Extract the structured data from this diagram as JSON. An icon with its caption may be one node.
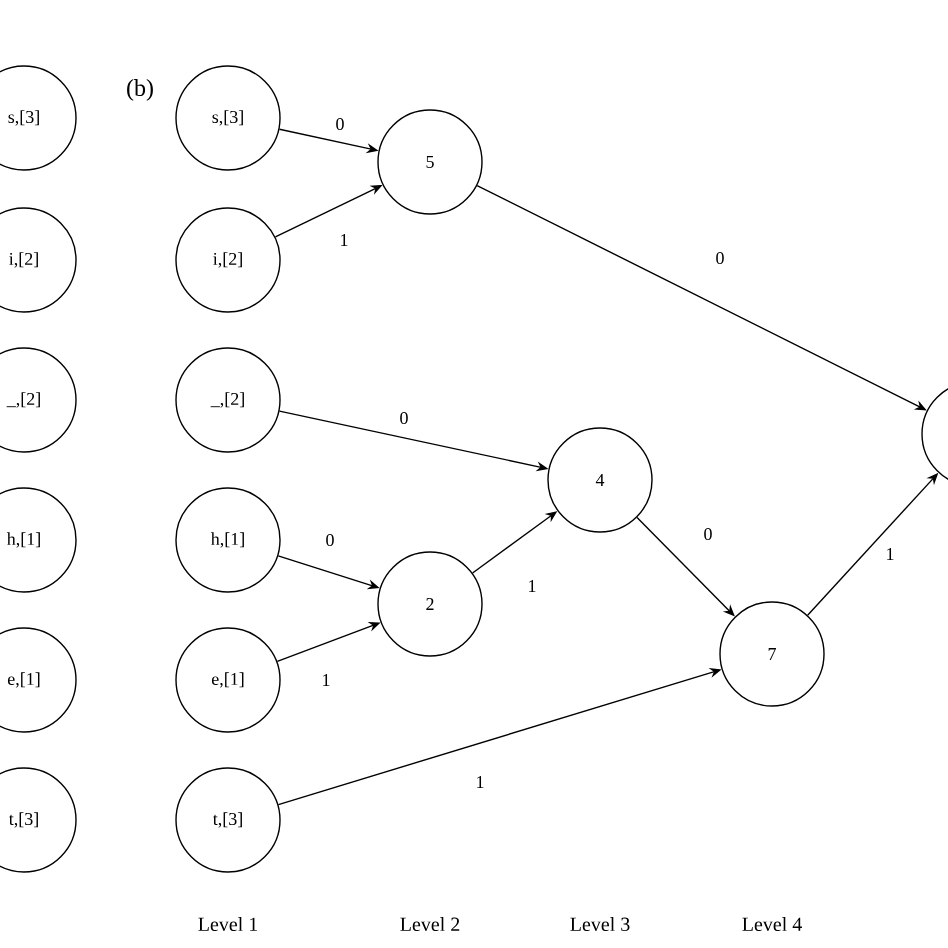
{
  "diagram": {
    "nodes": [
      {
        "text": [
          "s,[3]"
        ]
      },
      {
        "text": [
          "i,[2]"
        ]
      },
      {
        "text": [
          "_,[2]"
        ]
      },
      {
        "text": [
          "h,[1]"
        ]
      },
      {
        "text": [
          "e,[1]"
        ]
      },
      {
        "text": [
          "t,[3]"
        ]
      },
      {
        "text": [
          "s,[3]"
        ]
      },
      {
        "text": [
          "i,[2]"
        ]
      },
      {
        "text": [
          "_,[2]"
        ]
      },
      {
        "text": [
          "h,[1]"
        ]
      },
      {
        "text": [
          "e,[1]"
        ]
      },
      {
        "text": [
          "t,[3]"
        ]
      },
      {
        "text": [
          "5"
        ]
      },
      {
        "text": [
          "2"
        ]
      },
      {
        "text": [
          "4"
        ]
      },
      {
        "text": [
          "7"
        ]
      },
      {
        "text": [],
        "shape": "circle"
      }
    ],
    "edges": [
      {
        "from": 6,
        "to": 12,
        "arrow": "to",
        "label": "0"
      },
      {
        "from": 7,
        "to": 12,
        "arrow": "to",
        "label": "1"
      },
      {
        "from": 8,
        "to": 14,
        "arrow": "to",
        "label": "0"
      },
      {
        "from": 9,
        "to": 13,
        "arrow": "to",
        "label": "0"
      },
      {
        "from": 10,
        "to": 13,
        "arrow": "to",
        "label": "1"
      },
      {
        "from": 11,
        "to": 15,
        "arrow": "to",
        "label": "1"
      },
      {
        "from": 12,
        "to": 16,
        "arrow": "to",
        "label": "0"
      },
      {
        "from": 13,
        "to": 14,
        "arrow": "to",
        "label": "1"
      },
      {
        "from": 14,
        "to": 15,
        "arrow": "to",
        "label": "0"
      },
      {
        "from": 15,
        "to": 16,
        "arrow": "to",
        "label": "1"
      }
    ],
    "labels": [
      "(b)",
      "Level 1",
      "Level 2",
      "Level 3",
      "Level 4"
    ]
  }
}
